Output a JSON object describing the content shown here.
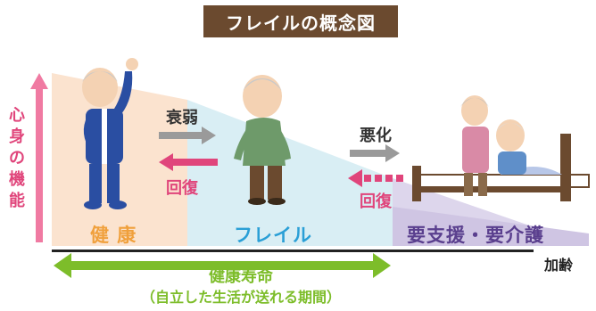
{
  "title": "フレイルの概念図",
  "vertical_label": [
    "心",
    "身",
    "の",
    "機",
    "能"
  ],
  "stages": {
    "healthy": "健 康",
    "frail": "フレイル",
    "care": "要支援・要介護"
  },
  "arrows": {
    "decline_1": "衰弱",
    "recover_1": "回復",
    "decline_2": "悪化",
    "recover_2": "回復"
  },
  "x_axis_label": "加齢",
  "healthy_lifespan": {
    "label": "健康寿命",
    "sub": "（自立した生活が送れる期間）"
  },
  "colors": {
    "title_bg": "#6b4a2f",
    "healthy": "#f0a03c",
    "frail": "#2a9fd6",
    "care": "#5a3f8e",
    "recover": "#e0457b",
    "decline": "#9a9a9a",
    "lifespan": "#7dbd2a"
  }
}
